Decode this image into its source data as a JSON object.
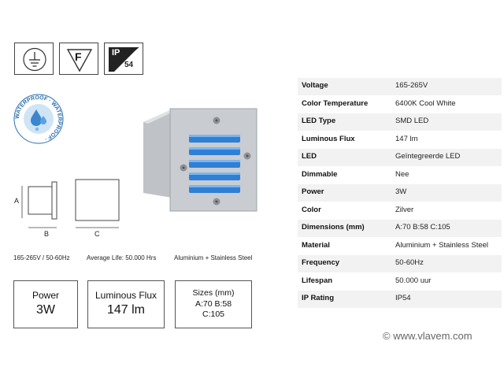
{
  "certifications": {
    "class2_label": "",
    "f_label": "F",
    "ip_top": "IP",
    "ip_bottom": "54"
  },
  "waterproof_badge": {
    "text": "WATERPROOF · WATERPROOF ·"
  },
  "dimensions_drawing": {
    "a": "A",
    "b": "B",
    "c": "C"
  },
  "spec_line": {
    "voltage": "165-265V / 50-60Hz",
    "life": "Average Life:  50.000 Hrs",
    "material": "Aluminium + Stainless Steel"
  },
  "boxes": [
    {
      "label": "Power",
      "value": "3W"
    },
    {
      "label": "Luminous Flux",
      "value": "147 lm"
    },
    {
      "label": "Sizes (mm)",
      "value_line1": "A:70 B:58",
      "value_line2": "C:105"
    }
  ],
  "specs": [
    {
      "key": "Voltage",
      "value": "165-265V"
    },
    {
      "key": "Color Temperature",
      "value": "6400K Cool White"
    },
    {
      "key": "LED Type",
      "value": "SMD LED"
    },
    {
      "key": "Luminous Flux",
      "value": "147 lm"
    },
    {
      "key": "LED",
      "value": "Geïntegreerde LED"
    },
    {
      "key": "Dimmable",
      "value": "Nee"
    },
    {
      "key": "Power",
      "value": "3W"
    },
    {
      "key": "Color",
      "value": "Zilver"
    },
    {
      "key": "Dimensions (mm)",
      "value": "A:70 B:58 C:105"
    },
    {
      "key": "Material",
      "value": "Aluminium + Stainless Steel"
    },
    {
      "key": "Frequency",
      "value": "50-60Hz"
    },
    {
      "key": "Lifespan",
      "value": "50.000 uur"
    },
    {
      "key": "IP Rating",
      "value": "IP54"
    }
  ],
  "watermark": "© www.vlavem.com",
  "colors": {
    "led_blue": "#2f7fd6",
    "steel": "#c9ccd0",
    "badge_blue": "#2a6fb0"
  }
}
